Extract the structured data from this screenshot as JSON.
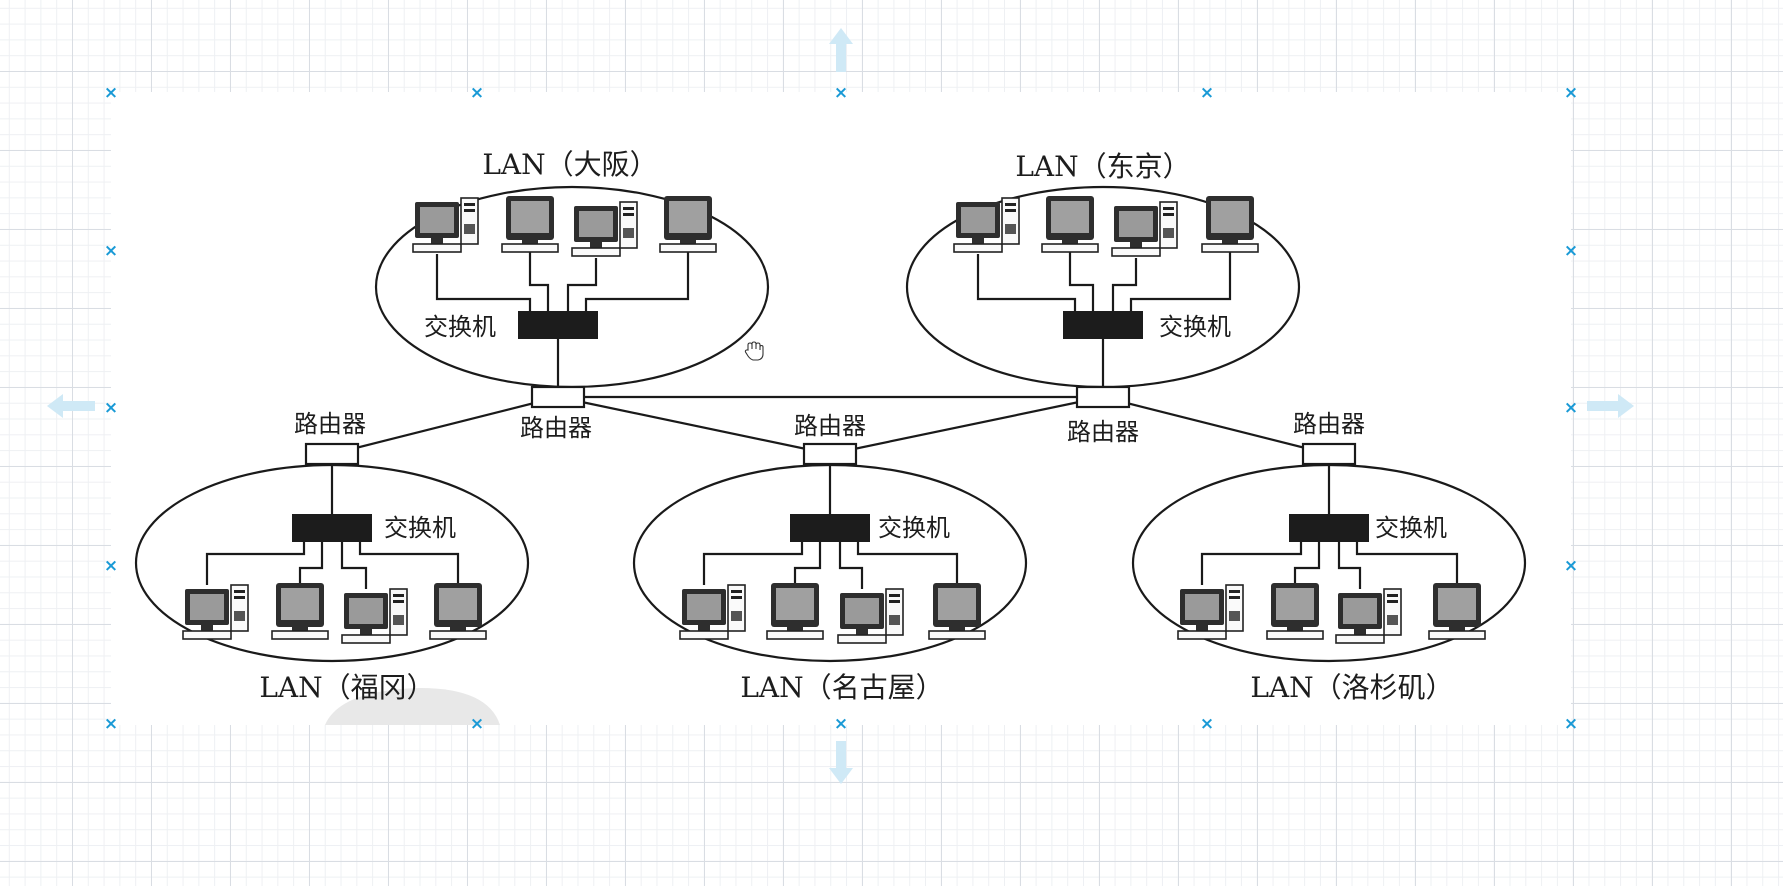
{
  "diagram": {
    "lans": [
      {
        "label": "LAN（大阪）",
        "switch_label": "交换机"
      },
      {
        "label": "LAN（东京）",
        "switch_label": "交换机"
      },
      {
        "label": "LAN（福冈）",
        "switch_label": "交换机"
      },
      {
        "label": "LAN（名古屋）",
        "switch_label": "交换机"
      },
      {
        "label": "LAN（洛杉矶）",
        "switch_label": "交换机"
      }
    ],
    "routers": [
      {
        "label": "路由器"
      },
      {
        "label": "路由器"
      },
      {
        "label": "路由器"
      },
      {
        "label": "路由器"
      },
      {
        "label": "路由器"
      }
    ]
  },
  "canvas": {
    "accent_color": "#1a9ad6",
    "arrow_color": "#cfe9f6",
    "selection_handle_icon": "cross-icon"
  }
}
